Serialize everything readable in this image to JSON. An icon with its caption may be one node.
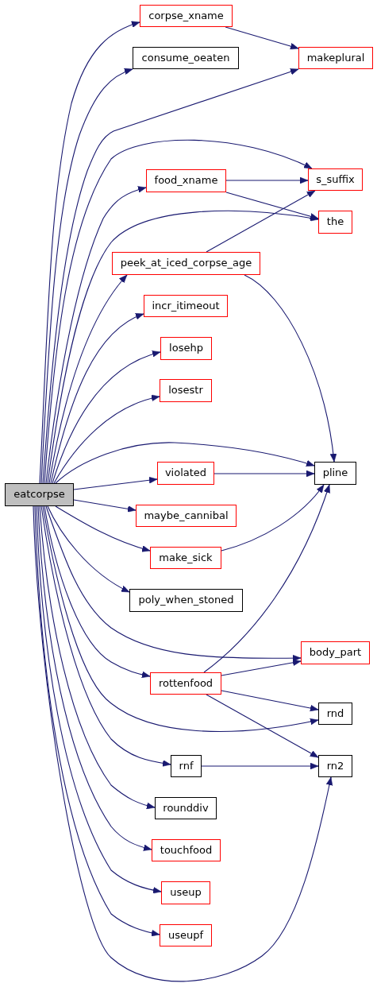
{
  "diagram": {
    "nodes": [
      {
        "text": [
          "eatcorpse"
        ]
      },
      {
        "text": [
          "corpse_xname"
        ]
      },
      {
        "text": [
          "consume_oeaten"
        ]
      },
      {
        "text": [
          "food_xname"
        ]
      },
      {
        "text": [
          "peek_at_iced_corpse_age"
        ]
      },
      {
        "text": [
          "incr_itimeout"
        ]
      },
      {
        "text": [
          "losehp"
        ]
      },
      {
        "text": [
          "losestr"
        ]
      },
      {
        "text": [
          "violated"
        ]
      },
      {
        "text": [
          "maybe_cannibal"
        ]
      },
      {
        "text": [
          "make_sick"
        ]
      },
      {
        "text": [
          "poly_when_stoned"
        ]
      },
      {
        "text": [
          "rottenfood"
        ]
      },
      {
        "text": [
          "rnf"
        ]
      },
      {
        "text": [
          "rounddiv"
        ]
      },
      {
        "text": [
          "touchfood"
        ]
      },
      {
        "text": [
          "useup"
        ]
      },
      {
        "text": [
          "useupf"
        ]
      },
      {
        "text": [
          "makeplural"
        ]
      },
      {
        "text": [
          "s_suffix"
        ]
      },
      {
        "text": [
          "the"
        ]
      },
      {
        "text": [
          "pline"
        ]
      },
      {
        "text": [
          "body_part"
        ]
      },
      {
        "text": [
          "rnd"
        ]
      },
      {
        "text": [
          "rn2"
        ]
      }
    ],
    "edges": [
      {
        "from": 0,
        "to": 1,
        "arrow": "to"
      },
      {
        "from": 0,
        "to": 2,
        "arrow": "to"
      },
      {
        "from": 0,
        "to": 18,
        "arrow": "to"
      },
      {
        "from": 0,
        "to": 19,
        "arrow": "to"
      },
      {
        "from": 0,
        "to": 3,
        "arrow": "to"
      },
      {
        "from": 0,
        "to": 20,
        "arrow": "to"
      },
      {
        "from": 0,
        "to": 4,
        "arrow": "to"
      },
      {
        "from": 0,
        "to": 5,
        "arrow": "to"
      },
      {
        "from": 0,
        "to": 6,
        "arrow": "to"
      },
      {
        "from": 0,
        "to": 7,
        "arrow": "to"
      },
      {
        "from": 0,
        "to": 21,
        "arrow": "to"
      },
      {
        "from": 0,
        "to": 8,
        "arrow": "to"
      },
      {
        "from": 0,
        "to": 9,
        "arrow": "to"
      },
      {
        "from": 0,
        "to": 10,
        "arrow": "to"
      },
      {
        "from": 0,
        "to": 11,
        "arrow": "to"
      },
      {
        "from": 0,
        "to": 22,
        "arrow": "to"
      },
      {
        "from": 0,
        "to": 12,
        "arrow": "to"
      },
      {
        "from": 0,
        "to": 23,
        "arrow": "to"
      },
      {
        "from": 0,
        "to": 13,
        "arrow": "to"
      },
      {
        "from": 0,
        "to": 14,
        "arrow": "to"
      },
      {
        "from": 0,
        "to": 15,
        "arrow": "to"
      },
      {
        "from": 0,
        "to": 16,
        "arrow": "to"
      },
      {
        "from": 0,
        "to": 17,
        "arrow": "to"
      },
      {
        "from": 0,
        "to": 24,
        "arrow": "to"
      },
      {
        "from": 1,
        "to": 18,
        "arrow": "to"
      },
      {
        "from": 3,
        "to": 19,
        "arrow": "to"
      },
      {
        "from": 3,
        "to": 20,
        "arrow": "to"
      },
      {
        "from": 4,
        "to": 19,
        "arrow": "to"
      },
      {
        "from": 4,
        "to": 21,
        "arrow": "to"
      },
      {
        "from": 8,
        "to": 21,
        "arrow": "to"
      },
      {
        "from": 10,
        "to": 21,
        "arrow": "to"
      },
      {
        "from": 12,
        "to": 21,
        "arrow": "to"
      },
      {
        "from": 12,
        "to": 22,
        "arrow": "to"
      },
      {
        "from": 12,
        "to": 23,
        "arrow": "to"
      },
      {
        "from": 12,
        "to": 24,
        "arrow": "to"
      },
      {
        "from": 13,
        "to": 24,
        "arrow": "to"
      }
    ]
  }
}
